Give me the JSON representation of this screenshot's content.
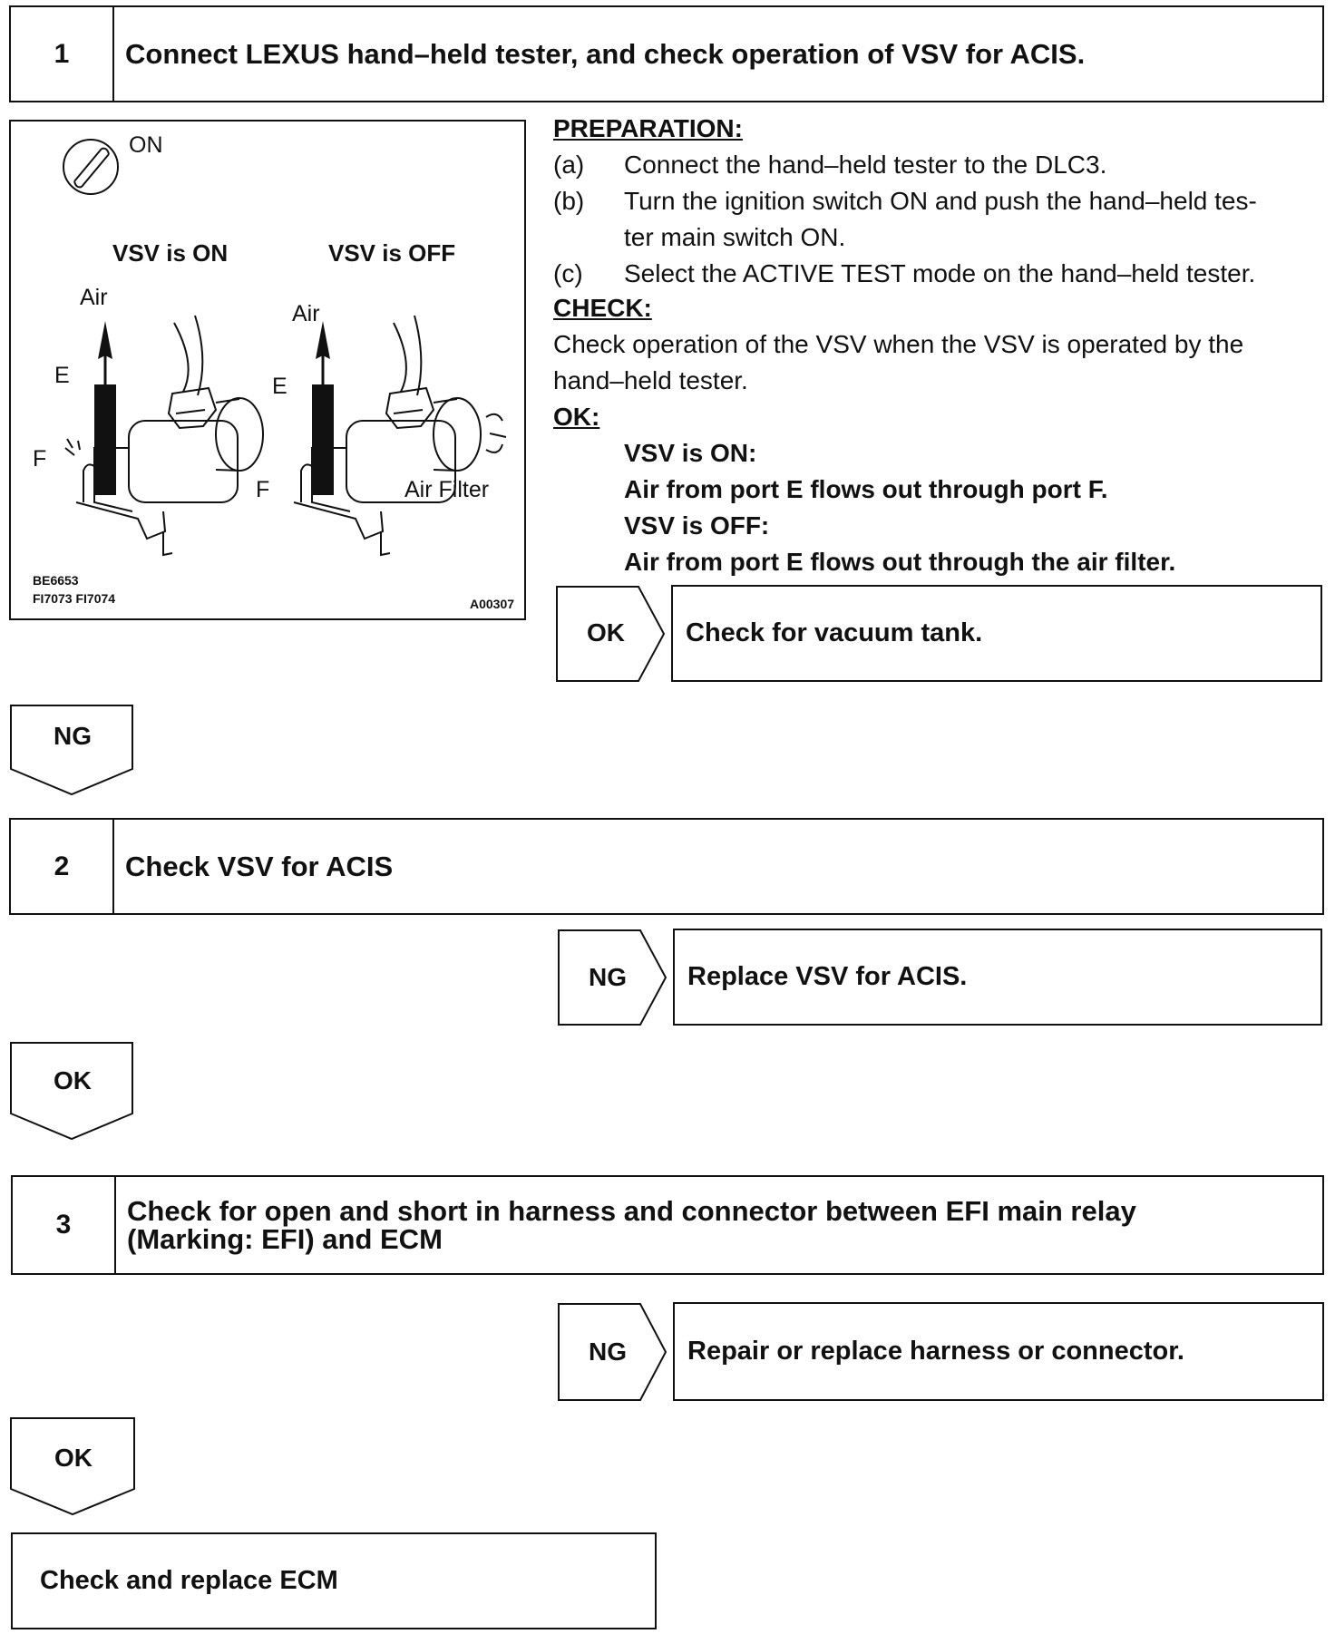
{
  "steps": [
    {
      "number": "1",
      "title": "Connect LEXUS hand–held tester, and check operation of VSV for ACIS."
    },
    {
      "number": "2",
      "title": "Check VSV for ACIS"
    },
    {
      "number": "3",
      "title": "Check for open and short in harness and connector between EFI main relay (Marking: EFI) and ECM"
    }
  ],
  "figure": {
    "ignition_label": "ON",
    "vsv_on_label": "VSV is ON",
    "vsv_off_label": "VSV is OFF",
    "air_label_left": "Air",
    "air_label_right": "Air",
    "port_e_left": "E",
    "port_e_right": "E",
    "port_f_left": "F",
    "port_f_right": "F",
    "air_filter_label": "Air Filter",
    "code_1": "BE6653",
    "code_2": "FI7073  FI7074",
    "code_3": "A00307"
  },
  "instructions": {
    "preparation_heading": "PREPARATION:",
    "prep_items": [
      {
        "marker": "(a)",
        "line1": "Connect the hand–held tester to the DLC3.",
        "line2": ""
      },
      {
        "marker": "(b)",
        "line1": "Turn the ignition switch ON and push the hand–held tes-",
        "line2": "ter main switch ON."
      },
      {
        "marker": "(c)",
        "line1": "Select the ACTIVE TEST mode on the hand–held tester.",
        "line2": ""
      }
    ],
    "check_heading": "CHECK:",
    "check_line1": "Check operation of the VSV when the VSV is operated by the",
    "check_line2": "hand–held tester.",
    "ok_heading": "OK:",
    "ok_lines": [
      "VSV is ON:",
      "Air from port E flows out through port F.",
      "VSV is OFF:",
      "Air from port E flows out through the air filter."
    ]
  },
  "results": {
    "step1_ok_label": "OK",
    "step1_ok_action": "Check for vacuum tank.",
    "step1_ng_label": "NG",
    "step2_ng_label": "NG",
    "step2_ng_action": "Replace VSV for ACIS.",
    "step2_ok_label": "OK",
    "step3_ng_label": "NG",
    "step3_ng_action": "Repair or replace harness or connector.",
    "step3_ok_label": "OK",
    "final_action": "Check and replace ECM"
  }
}
